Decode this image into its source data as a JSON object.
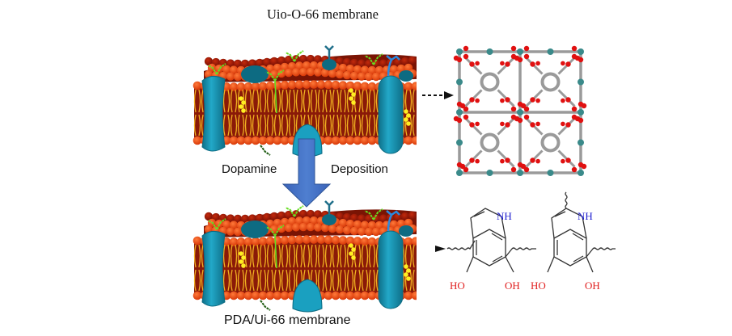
{
  "figure": {
    "top_caption": "Uio-O-66 membrane",
    "bottom_caption": "PDA/Ui-66 membrane",
    "process_arrow": {
      "left_label": "Dopamine",
      "right_label": "Deposition"
    },
    "mof_structure": {
      "description": "UiO-66 framework crystal structure"
    },
    "chemical_structures": [
      {
        "nh_label": "NH",
        "ho_label": "HO",
        "oh_label": "OH"
      },
      {
        "nh_label": "NH",
        "ho_label": "HO",
        "oh_label": "OH"
      }
    ]
  },
  "colors": {
    "arrow_blue": "#4472c4",
    "protein_teal": "#1aa0c0",
    "protein_dark": "#0d6b82",
    "lipid_head_orange": "#f04a10",
    "lipid_head_dark": "#a81c08",
    "lipid_tail": "#f0b020",
    "membrane_inner": "#8a1a08",
    "glyco_green": "#66dd22",
    "cholesterol_yellow": "#ffee22",
    "zr_atom": "#3a8a8a",
    "o_atom": "#e01010",
    "c_atom": "#9a9a9a",
    "nh_blue": "#2020d0",
    "oh_red": "#e02020"
  }
}
